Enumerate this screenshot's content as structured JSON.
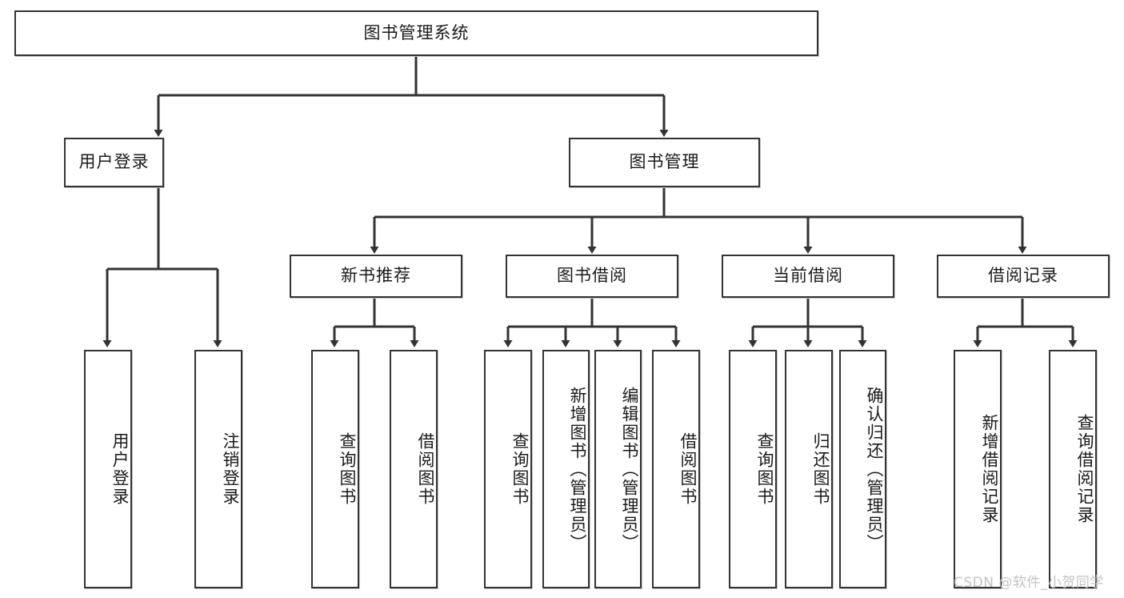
{
  "diagram": {
    "title": "图书管理系统",
    "watermark": "CSDN @软件_小贺同学",
    "line_color": "#333333",
    "box_fill": "#ffffff",
    "text_color": "#1a1a1a",
    "watermark_color": "#c3c3c3",
    "nodes": {
      "root": "图书管理系统",
      "user_login": "用户登录",
      "book_manage": "图书管理",
      "new_book_rec": "新书推荐",
      "book_borrow": "图书借阅",
      "current_borrow": "当前借阅",
      "borrow_record": "借阅记录",
      "leaf_user_login": "用户登录",
      "leaf_logout_login": "注销登录",
      "leaf_query_book_1": "查询图书",
      "leaf_borrow_book_1": "借阅图书",
      "leaf_query_book_2": "查询图书",
      "leaf_add_book_admin": "新增图书（管理员）",
      "leaf_edit_book_admin": "编辑图书（管理员）",
      "leaf_borrow_book_2": "借阅图书",
      "leaf_query_book_3": "查询图书",
      "leaf_return_book": "归还图书",
      "leaf_confirm_return_admin": "确认归还（管理员）",
      "leaf_add_borrow_record": "新增借阅记录",
      "leaf_query_borrow_record": "查询借阅记录"
    }
  }
}
